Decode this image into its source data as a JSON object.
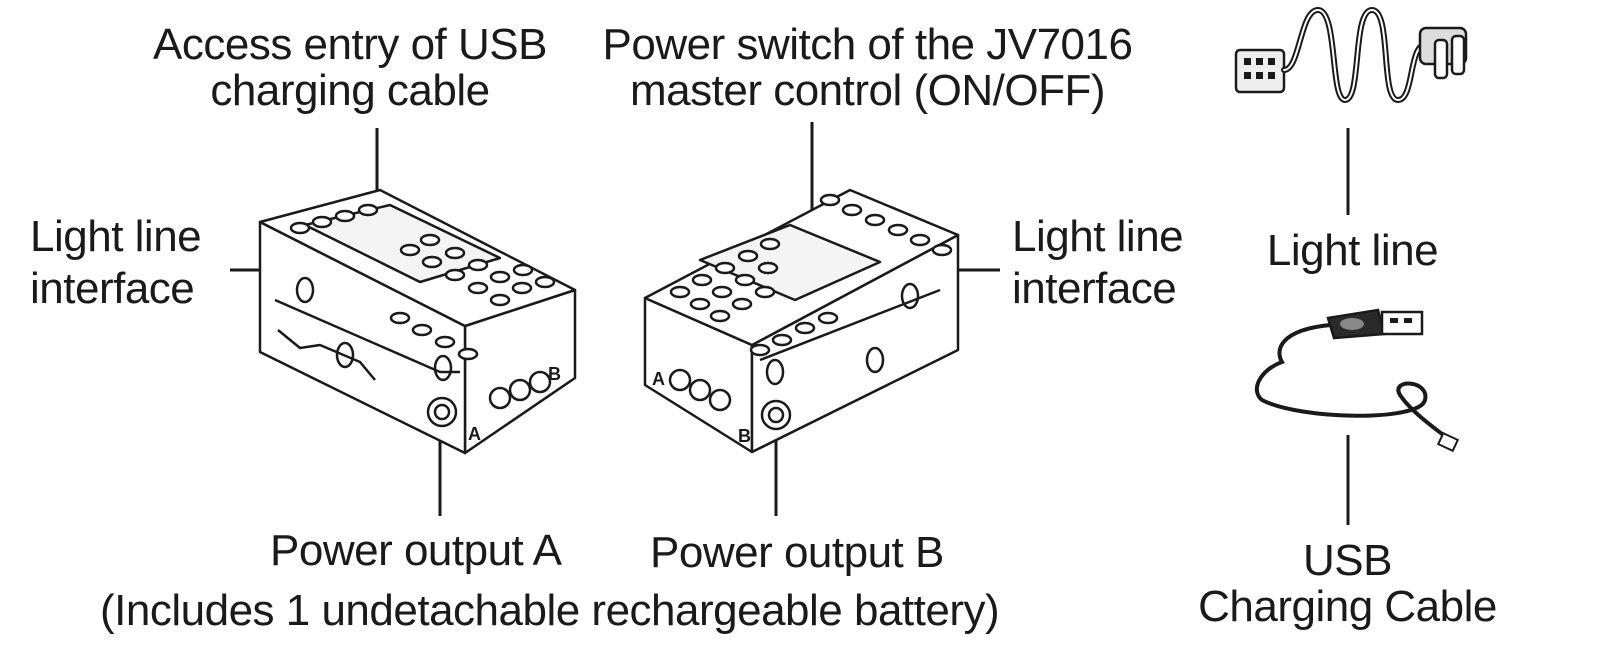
{
  "labels": {
    "usb_access": [
      "Access entry of USB",
      "charging cable"
    ],
    "power_switch": [
      "Power switch of the JV7016",
      "master control (ON/OFF)"
    ],
    "light_iface_left": [
      "Light line",
      "interface"
    ],
    "light_iface_right": [
      "Light line",
      "interface"
    ],
    "power_a": "Power output A",
    "power_b": "Power output B",
    "battery_note": "(Includes 1 undetachable rechargeable battery)",
    "light_line": "Light line",
    "usb_cable": [
      "USB",
      "Charging Cable"
    ]
  },
  "module_port_letters": {
    "left": [
      "A",
      "B"
    ],
    "right": [
      "A",
      "B"
    ]
  },
  "colors": {
    "ink": "#1a1a1a",
    "background": "#ffffff"
  }
}
